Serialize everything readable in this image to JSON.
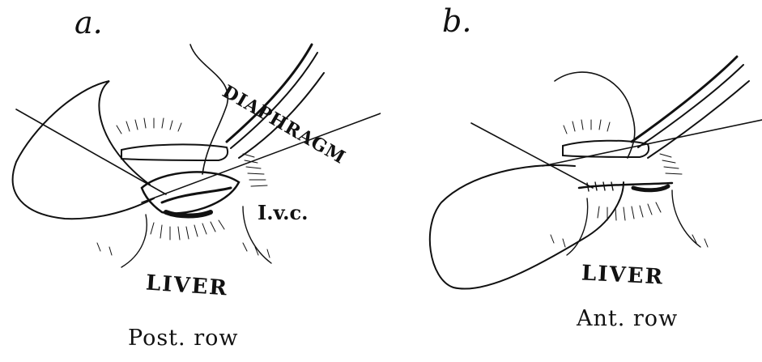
{
  "panels": {
    "a": {
      "letter": "a.",
      "caption": "Post. row",
      "labels": {
        "diaphragm": "DIAPHRAGM",
        "ivc": "I.v.c.",
        "liver": "LIVER"
      }
    },
    "b": {
      "letter": "b.",
      "caption": "Ant. row",
      "labels": {
        "liver": "LIVER"
      }
    }
  },
  "colors": {
    "ink": "#111111",
    "paper": "#ffffff"
  }
}
